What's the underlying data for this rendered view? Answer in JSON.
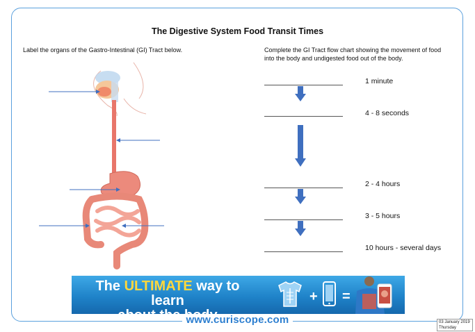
{
  "worksheet": {
    "title": "The Digestive System Food Transit Times",
    "left_instruction": "Label the organs of the Gastro-Intestinal (GI) Tract below.",
    "right_instruction": "Complete the GI Tract flow chart showing the movement of food into the body and undigested food out of the body."
  },
  "flow_chart": {
    "times": [
      "1 minute",
      "4 - 8 seconds",
      "2 - 4 hours",
      "3 - 5 hours",
      "10 hours - several days"
    ]
  },
  "banner": {
    "word_the": "The",
    "word_ultimate": "ULTIMATE",
    "rest_line1": "way to learn",
    "line2": "about the body",
    "plus": "+",
    "equals": "="
  },
  "footer": {
    "url": "www.curiscope.com",
    "date": "03 January 2019",
    "weekday": "Thursday"
  },
  "colors": {
    "frame": "#5aa0dd",
    "arrow": "#3f6fbf",
    "banner_blue": "#1f83c9",
    "highlight": "#ffd73c",
    "url": "#2d7fd0"
  }
}
